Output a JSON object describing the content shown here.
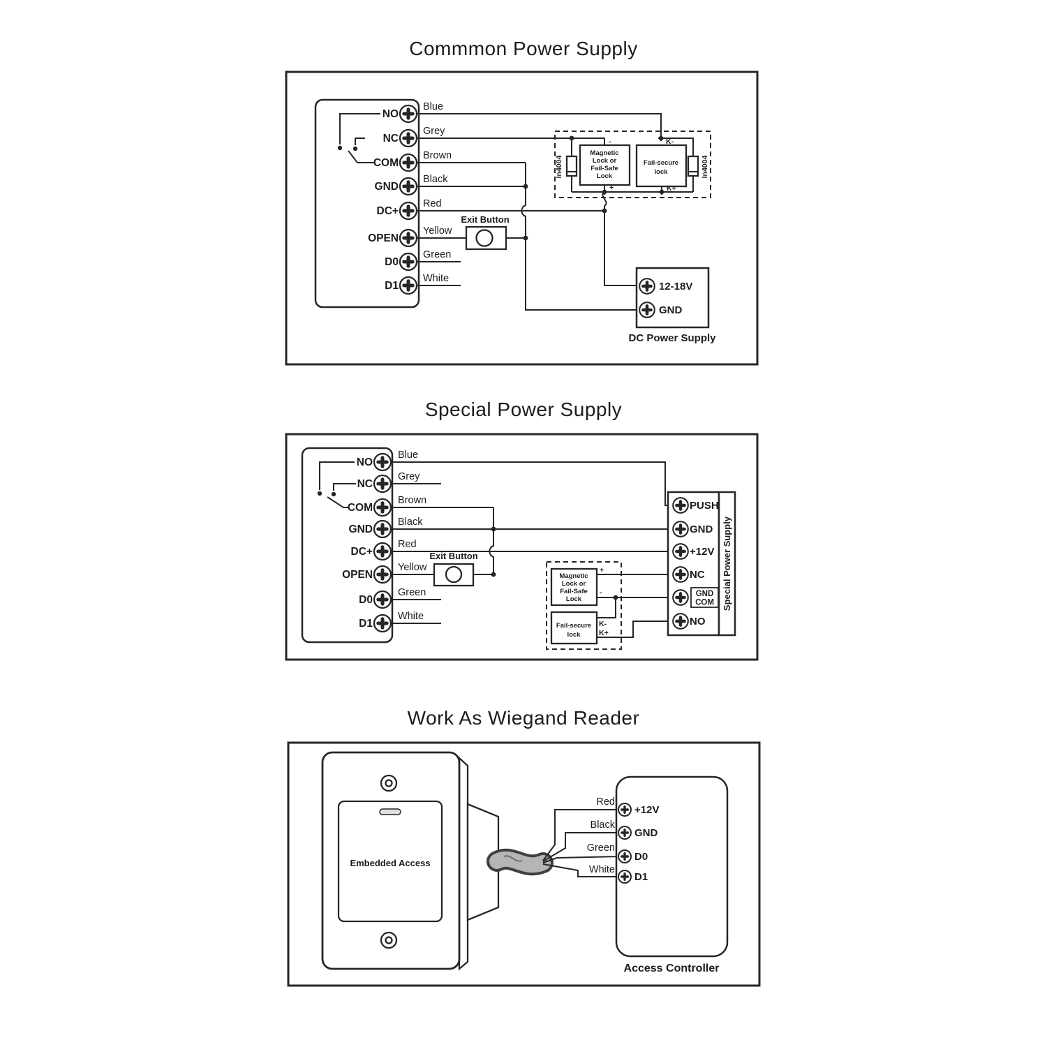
{
  "titles": {
    "common": "Commmon Power Supply",
    "special": "Special Power Supply",
    "wiegand": "Work As Wiegand Reader"
  },
  "device_terminals": [
    "NO",
    "NC",
    "COM",
    "GND",
    "DC+",
    "OPEN",
    "D0",
    "D1"
  ],
  "wire_colors": [
    "Blue",
    "Grey",
    "Brown",
    "Black",
    "Red",
    "Yellow",
    "Green",
    "White"
  ],
  "exit_button_label": "Exit Button",
  "lock_box": {
    "magnetic_lock_lines": [
      "Magnetic",
      "Lock or",
      "Fail-Safe",
      "Lock"
    ],
    "fail_secure_lines": [
      "Fail-secure",
      "lock"
    ],
    "diode_label": "In4004",
    "plus": "+",
    "minus": "-",
    "k_minus": "K-",
    "k_plus": "K+"
  },
  "dc_power_supply": {
    "terminals": [
      "12-18V",
      "GND"
    ],
    "label": "DC Power Supply"
  },
  "special_power_supply": {
    "terminals": [
      "PUSH",
      "GND",
      "+12V",
      "NC",
      "NO"
    ],
    "gnd_com_terminal": [
      "GND",
      "COM"
    ],
    "side_label": "Special Power Supply"
  },
  "wiegand_reader": {
    "reader_label": "Embedded Access",
    "controller_label": "Access Controller",
    "controller_terminals": [
      "+12V",
      "GND",
      "D0",
      "D1"
    ],
    "wire_colors": [
      "Red",
      "Black",
      "Green",
      "White"
    ]
  }
}
